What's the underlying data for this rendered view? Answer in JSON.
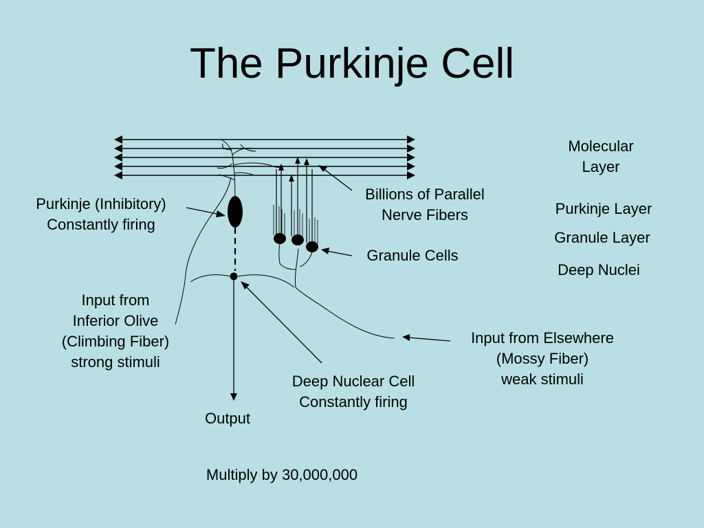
{
  "title": "The Purkinje Cell",
  "colors": {
    "background": "#b9dfe4",
    "ink": "#000000"
  },
  "layers": {
    "molecular": [
      "Molecular",
      "Layer"
    ],
    "purkinje": "Purkinje Layer",
    "granule": "Granule Layer",
    "deep_nuclei": "Deep Nuclei"
  },
  "labels": {
    "purkinje_cell": [
      "Purkinje (Inhibitory)",
      "Constantly firing"
    ],
    "parallel_fibers": [
      "Billions of Parallel",
      "Nerve Fibers"
    ],
    "granule_cells": "Granule Cells",
    "climbing_fiber": [
      "Input from",
      "Inferior Olive",
      "(Climbing Fiber)",
      "strong stimuli"
    ],
    "mossy_fiber": [
      "Input from Elsewhere",
      "(Mossy Fiber)",
      "weak stimuli"
    ],
    "deep_nuclear_cell": [
      "Deep Nuclear Cell",
      "Constantly firing"
    ],
    "output": "Output",
    "multiply": "Multiply by 30,000,000"
  }
}
